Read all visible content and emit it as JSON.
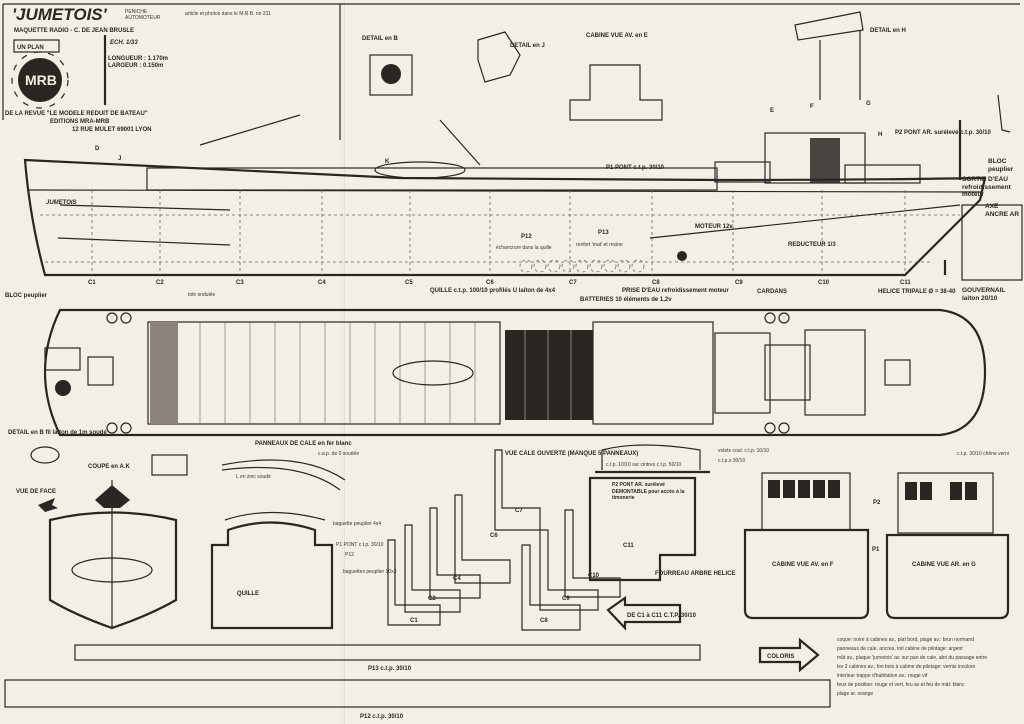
{
  "title_block": {
    "title": "'JUMETOIS'",
    "subtitle_1": "PENICHE",
    "subtitle_2": "AUTOMOTEUR",
    "model_by": "MAQUETTE RADIO - C. DE JEAN BRUSLE",
    "badge": "UN PLAN",
    "logo": "MRB",
    "scale": "ECH. 1/33",
    "length": "LONGUEUR : 1.170m",
    "width": "LARGEUR : 0.150m",
    "magazine": "DE LA REVUE \"LE MODELE REDUIT DE BATEAU\"",
    "publisher": "EDITIONS MRA-MRB",
    "address": "12 RUE MULET 69001 LYON",
    "note": "article et photos dans le M.R.B. no 211"
  },
  "profile": {
    "hull_name": "JUMETOIS",
    "detail_b": "DETAIL en B",
    "detail_j": "DETAIL en J",
    "cabin_front": "CABINE VUE AV. en E",
    "detail_h": "DETAIL en H",
    "p1": "P1 PONT c.t.p. 30/10",
    "p2": "P2 PONT AR. surélevé c.t.p. 30/10",
    "bloc": "BLOC peuplier",
    "sortie": "SORTIE D'EAU refroidissement moteur",
    "axe": "AXE ANCRE AR",
    "p12": "P12",
    "p13": "P13",
    "echancrure": "échancrure dans la quille",
    "renfort": "renfort 'mat' et resine",
    "moteur": "MOTEUR 12v",
    "reducteur": "REDUCTEUR 1/3",
    "bloc_bow": "BLOC peuplier",
    "tole": "tole ondulée",
    "quille": "QUILLE c.t.p. 100/10 profilés U laiton de 4x4",
    "batteries": "BATTERIES 10 éléments de 1,2v",
    "prise": "PRISE D'EAU refroidissement moteur",
    "cardans": "CARDANS",
    "helice": "HELICE TRIPALE Ø = 38-40",
    "gouvernail": "GOUVERNAIL laiton 20/10",
    "frames": [
      "C1",
      "C2",
      "C3",
      "C4",
      "C5",
      "C6",
      "C7",
      "C8",
      "C9",
      "C10",
      "C11"
    ],
    "markers": [
      "D",
      "J",
      "K",
      "E",
      "F",
      "G",
      "H"
    ]
  },
  "lower": {
    "detail_b2": "DETAIL en B fil laiton de 1m soudé",
    "coupe": "COUPE en A.K",
    "vue_face": "VUE DE FACE",
    "panneaux": "PANNEAUX DE CALE en fer blanc",
    "cap": "c.a.p. de 0 soudée",
    "zinc": "L en zinc soudé",
    "baguette": "baguette peuplier 4x4",
    "p1_pont": "P1 PONT c.t.p. 30/10",
    "p12": "P12",
    "baguettes": "baguettes peuplier 10x3",
    "quille": "QUILLE",
    "vue_cale": "VUE CALE OUVERTE (MANQUE 5 PANNEAUX)",
    "ctp": "c.t.p. 10/10 sur cintres c.t.p. 50/10",
    "volets": "volets coul. c.t.p. 10/10",
    "ctp2": "c.t.p.s 30/10",
    "p2_pont": "P2 PONT AR. surélevé DEMONTABLE pour accès à la timonerie",
    "fourreau": "FOURREAU ARBRE HELICE",
    "de_c1": "DE C1 à C11  C.T.P. 30/10",
    "cabin_av": "CABINE VUE AV. en F",
    "cabin_ar": "CABINE VUE AR. en G",
    "chene": "c.t.p. 30/10 chêne verni",
    "p1": "P1",
    "p2": "P2",
    "colors_label": "COLORIS",
    "p13_strip": "P13 c.t.p. 30/10",
    "p13_strip2": "P12 c.t.p. 30/10",
    "colors_text": [
      "coque: noire à cabines av., plat bord, plage av.: brun normand",
      "panneaux de cale, ancres, toit cabine de pilotage: argent",
      "mât av., plaque 'jumetois' av. sur pan de cale, abri du passage entre",
      "les 2 cabines av., fon bois à cabine de pilotage: vernis incolore",
      "interieur trappe d'habitation av.: rouge vif",
      "feux de position: rouge et vert, feu av et feu de mât: blanc",
      "plage ar. orange"
    ]
  }
}
